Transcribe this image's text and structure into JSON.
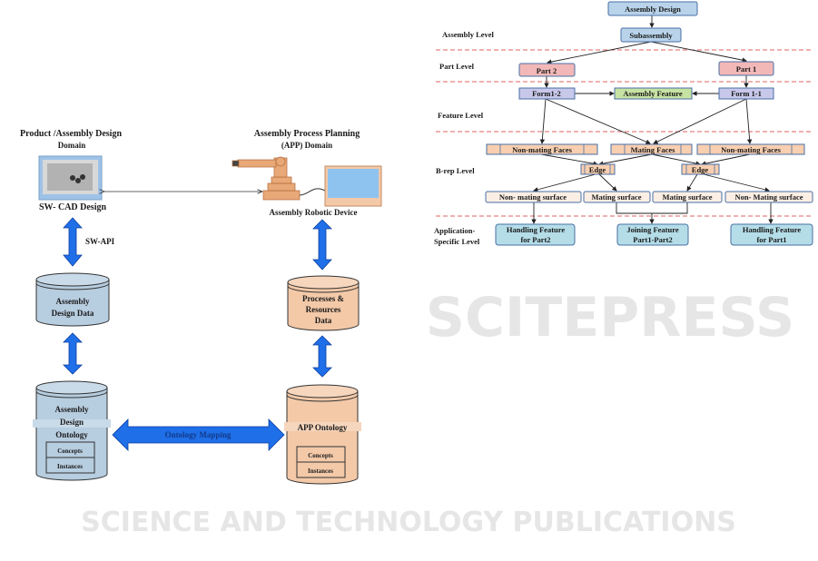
{
  "watermark": {
    "brand": "SCITEPRESS",
    "tagline": "SCIENCE AND TECHNOLOGY PUBLICATIONS"
  },
  "left_diagram": {
    "product_domain_title": [
      "Product /Assembly Design",
      "Domain"
    ],
    "app_domain_title": [
      "Assembly Process Planning",
      "(APP) Domain"
    ],
    "cad_label": "SW- CAD Design",
    "robot_label": "Assembly Robotic Device",
    "api_label": "SW-API",
    "design_data": [
      "Assembly",
      "Design Data"
    ],
    "process_data": [
      "Processes &",
      "Resources",
      "Data"
    ],
    "design_ontology": [
      "Assembly",
      "Design",
      "Ontology"
    ],
    "app_ontology": "APP Ontology",
    "concepts": "Concepts",
    "instances": "Instances",
    "mapping_label": "Ontology Mapping",
    "colors": {
      "blue_arrow": "#1f6fe8",
      "blue_cyl": "#b7cde0",
      "orange_cyl": "#f3c9a8"
    }
  },
  "right_diagram": {
    "levels": {
      "assembly": "Assembly Level",
      "part": "Part Level",
      "feature": "Feature Level",
      "brep": "B-rep  Level",
      "application": [
        "Application-",
        "Specific Level"
      ]
    },
    "nodes": {
      "assembly_design": "Assembly Design",
      "subassembly": "Subassembly",
      "part2": "Part 2",
      "part1": "Part 1",
      "form12": "Form1-2",
      "assembly_feature": "Assembly Feature",
      "form11": "Form 1-1",
      "nonmating_faces_left": "Non-mating Faces",
      "mating_faces": "Mating Faces",
      "nonmating_faces_right": "Non-mating Faces",
      "edge_left": "Edge",
      "edge_right": "Edge",
      "surf1": "Non- mating surface",
      "surf2": "Mating surface",
      "surf3": "Mating surface",
      "surf4": "Non- Mating surface",
      "handling2": [
        "Handling Feature",
        "for Part2"
      ],
      "joining": [
        "Joining Feature",
        "Part1-Part2"
      ],
      "handling1": [
        "Handling Feature",
        "for Part1"
      ]
    },
    "colors": {
      "blue": "#b8d3ea",
      "pink": "#f2b8b8",
      "lavender": "#c7c8ea",
      "green": "#c7e3a4",
      "orange": "#f8cfb0",
      "teal": "#b4dde8",
      "dash": "#e06060"
    }
  }
}
